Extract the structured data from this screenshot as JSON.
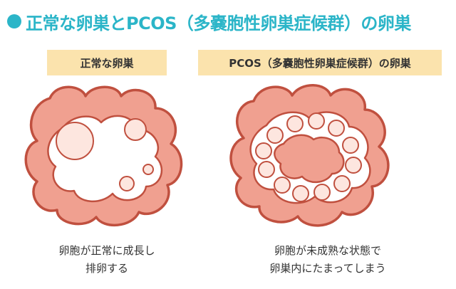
{
  "header": {
    "title": "正常な卵巣とPCOS（多嚢胞性卵巣症候群）の卵巣"
  },
  "panels": {
    "normal": {
      "label": "正常な卵巣",
      "caption_line1": "卵胞が正常に成長し",
      "caption_line2": "排卵する"
    },
    "pcos": {
      "label": "PCOS（多嚢胞性卵巣症候群）の卵巣",
      "caption_line1": "卵胞が未成熟な状態で",
      "caption_line2": "卵巣内にたまってしまう"
    }
  },
  "colors": {
    "accent": "#2bb5c8",
    "label_background": "#fbe3ad",
    "ovary_fill": "#f0a090",
    "ovary_stroke": "#c0503f",
    "follicle_fill": "#fde6df"
  }
}
